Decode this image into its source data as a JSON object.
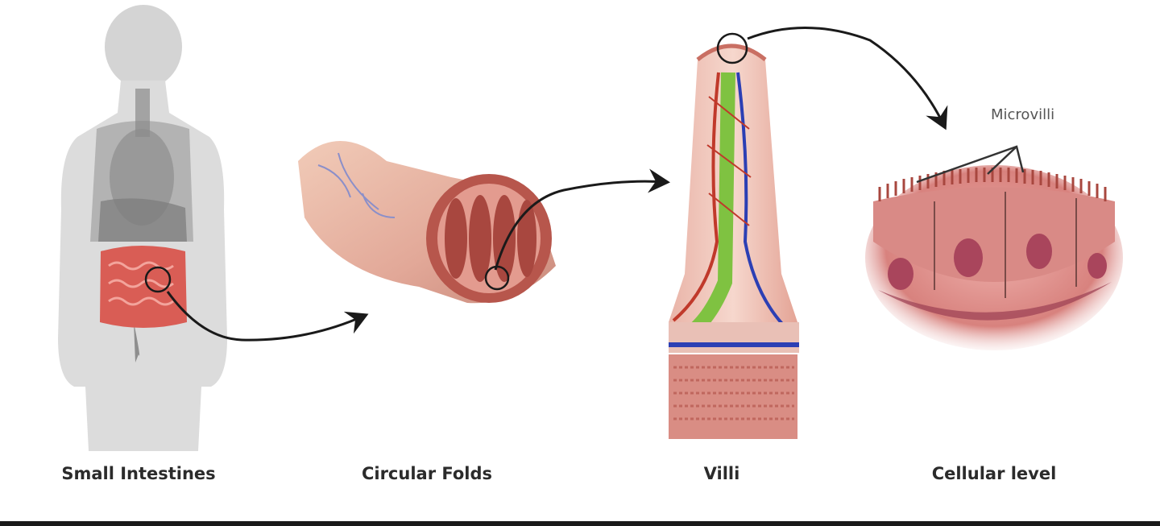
{
  "stages": [
    {
      "label": "Small Intestines"
    },
    {
      "label": "Circular Folds"
    },
    {
      "label": "Villi"
    },
    {
      "label": "Cellular level"
    }
  ],
  "annotations": {
    "microvilli": "Microvilli"
  },
  "colors": {
    "silhouette": "#d6d6d6",
    "organ_gray": "#8f8f8f",
    "intestine_red": "#d9534f",
    "tissue_pink": "#e8a9a0",
    "fold_dark": "#a8473f",
    "capillary_red": "#c0392b",
    "lacteal_green": "#7fc241",
    "vein_blue": "#2c3fb4",
    "cell_pink": "#d98a86",
    "arrow": "#1a1a1a"
  }
}
